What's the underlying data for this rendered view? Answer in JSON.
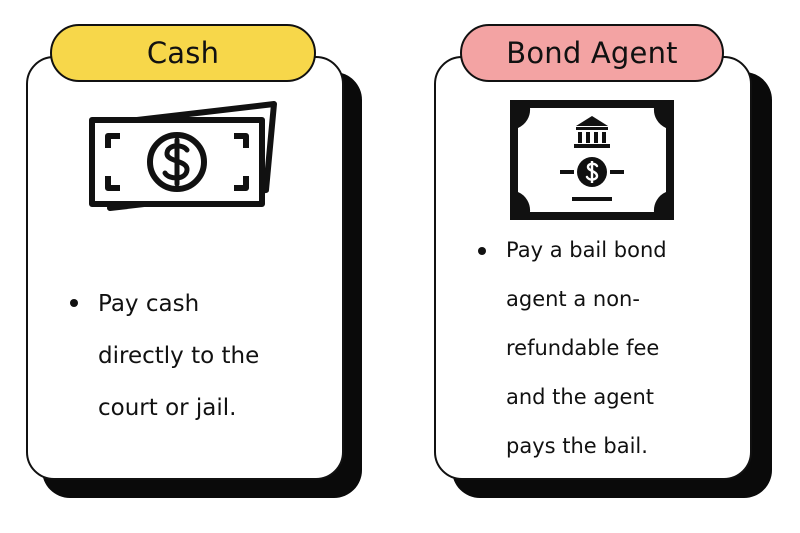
{
  "cards": [
    {
      "title": "Cash",
      "title_color": "#f7d74a",
      "icon": "cash-bill-icon",
      "bullet_lines": [
        "Pay cash",
        "directly to the",
        "court or jail."
      ]
    },
    {
      "title": "Bond Agent",
      "title_color": "#f3a3a3",
      "icon": "bank-check-icon",
      "bullet_lines": [
        "Pay a bail bond",
        "agent a non-",
        "refundable fee",
        "and the agent",
        "pays the bail."
      ]
    }
  ]
}
